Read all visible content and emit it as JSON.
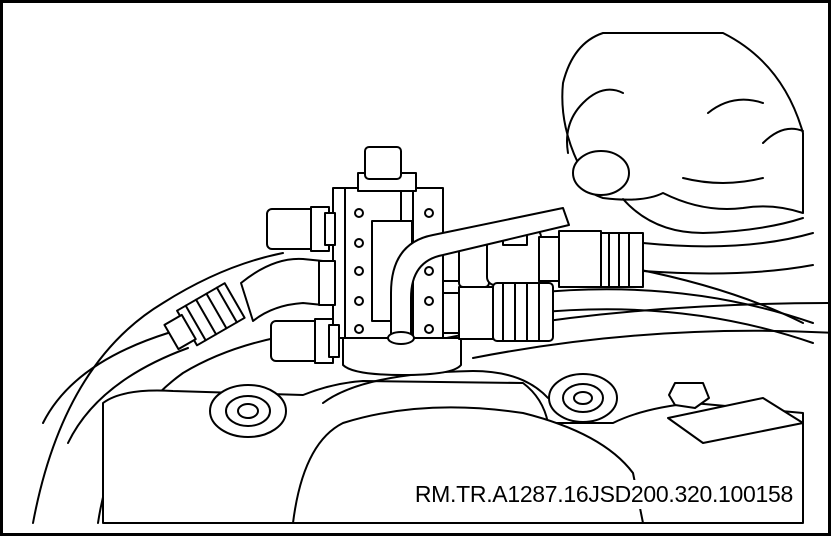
{
  "figure": {
    "reference_code": "RM.TR.A1287.16JSD200.320.100158",
    "colors": {
      "line": "#000000",
      "background": "#ffffff",
      "fill": "#ffffff"
    },
    "parts": [
      {
        "name": "distribution-block",
        "icon": "manifold-block"
      },
      {
        "name": "hex-key-tool",
        "icon": "allen-key"
      },
      {
        "name": "hand",
        "icon": "hand"
      },
      {
        "name": "fittings",
        "icon": "hose-fitting"
      },
      {
        "name": "hoses",
        "icon": "hose"
      }
    ]
  }
}
